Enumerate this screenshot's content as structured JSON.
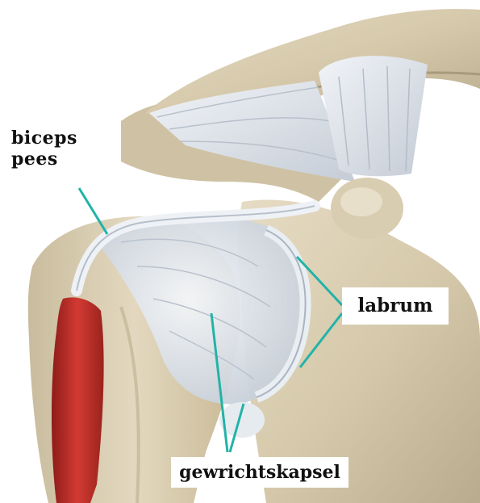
{
  "labels": {
    "biceps_line1": "biceps",
    "biceps_line2": "pees",
    "labrum": "labrum",
    "kapsel": "gewrichtskapsel"
  },
  "colors": {
    "bone": "#d8ccb0",
    "ligament": "#dfe5ec",
    "muscle": "#c0302a",
    "pointer": "#22b3a8"
  }
}
